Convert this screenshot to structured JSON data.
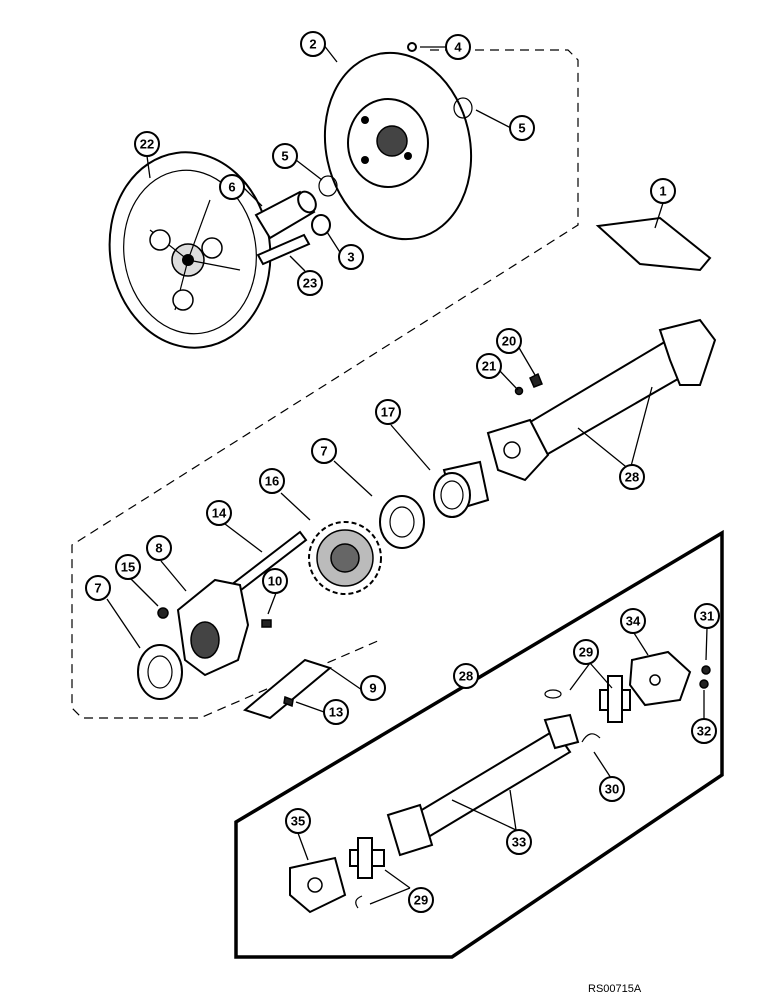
{
  "diagram": {
    "reference_code": "RS00715A",
    "callouts": [
      {
        "id": "c2",
        "label": "2"
      },
      {
        "id": "c4",
        "label": "4"
      },
      {
        "id": "c5a",
        "label": "5"
      },
      {
        "id": "c5b",
        "label": "5"
      },
      {
        "id": "c22",
        "label": "22"
      },
      {
        "id": "c6",
        "label": "6"
      },
      {
        "id": "c3",
        "label": "3"
      },
      {
        "id": "c23",
        "label": "23"
      },
      {
        "id": "c1",
        "label": "1"
      },
      {
        "id": "c20",
        "label": "20"
      },
      {
        "id": "c21",
        "label": "21"
      },
      {
        "id": "c17",
        "label": "17"
      },
      {
        "id": "c28a",
        "label": "28"
      },
      {
        "id": "c7a",
        "label": "7"
      },
      {
        "id": "c16",
        "label": "16"
      },
      {
        "id": "c14",
        "label": "14"
      },
      {
        "id": "c8",
        "label": "8"
      },
      {
        "id": "c15",
        "label": "15"
      },
      {
        "id": "c7b",
        "label": "7"
      },
      {
        "id": "c10",
        "label": "10"
      },
      {
        "id": "c9",
        "label": "9"
      },
      {
        "id": "c13",
        "label": "13"
      },
      {
        "id": "c28b",
        "label": "28"
      },
      {
        "id": "c29a",
        "label": "29"
      },
      {
        "id": "c34",
        "label": "34"
      },
      {
        "id": "c31",
        "label": "31"
      },
      {
        "id": "c32",
        "label": "32"
      },
      {
        "id": "c30",
        "label": "30"
      },
      {
        "id": "c33",
        "label": "33"
      },
      {
        "id": "c35",
        "label": "35"
      },
      {
        "id": "c29b",
        "label": "29"
      }
    ]
  }
}
